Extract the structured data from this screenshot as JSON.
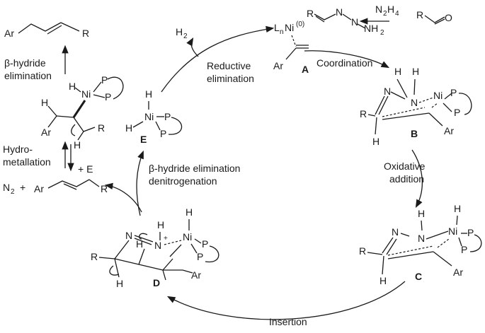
{
  "steps": {
    "reductive_elimination": [
      "Reductive",
      "elimination"
    ],
    "coordination": "Coordination",
    "oxidative_addition": [
      "Oxidative",
      "addition"
    ],
    "insertion": "Insertion",
    "beta_hydride_denitrogenation": [
      "β-hydride elimination",
      "denitrogenation"
    ],
    "hydrometallation": [
      "Hydro-",
      "metallation"
    ],
    "beta_hydride_elimination": [
      "β-hydride",
      "elimination"
    ]
  },
  "labels": {
    "A": "A",
    "B": "B",
    "C": "C",
    "D": "D",
    "E": "E"
  },
  "species": {
    "h2": "H",
    "h2_sub": "2",
    "n2h4": "N",
    "n2h4_sub": "2",
    "n2h4_h": "H",
    "n2h4_h_sub": "4",
    "plus_e": "+ E",
    "n2_plus": "N",
    "n2_sub": "2",
    "n2_plus_sign": "+"
  },
  "atoms": {
    "Ar": "Ar",
    "R": "R",
    "H": "H",
    "N": "N",
    "Ni": "Ni",
    "P": "P",
    "Ln": "L",
    "Ln_sub": "n",
    "Ni0": "Ni",
    "Ni0_sup": "(0)",
    "NH2": "NH",
    "NH2_sub": "2",
    "O": "O",
    "plus": "+"
  }
}
